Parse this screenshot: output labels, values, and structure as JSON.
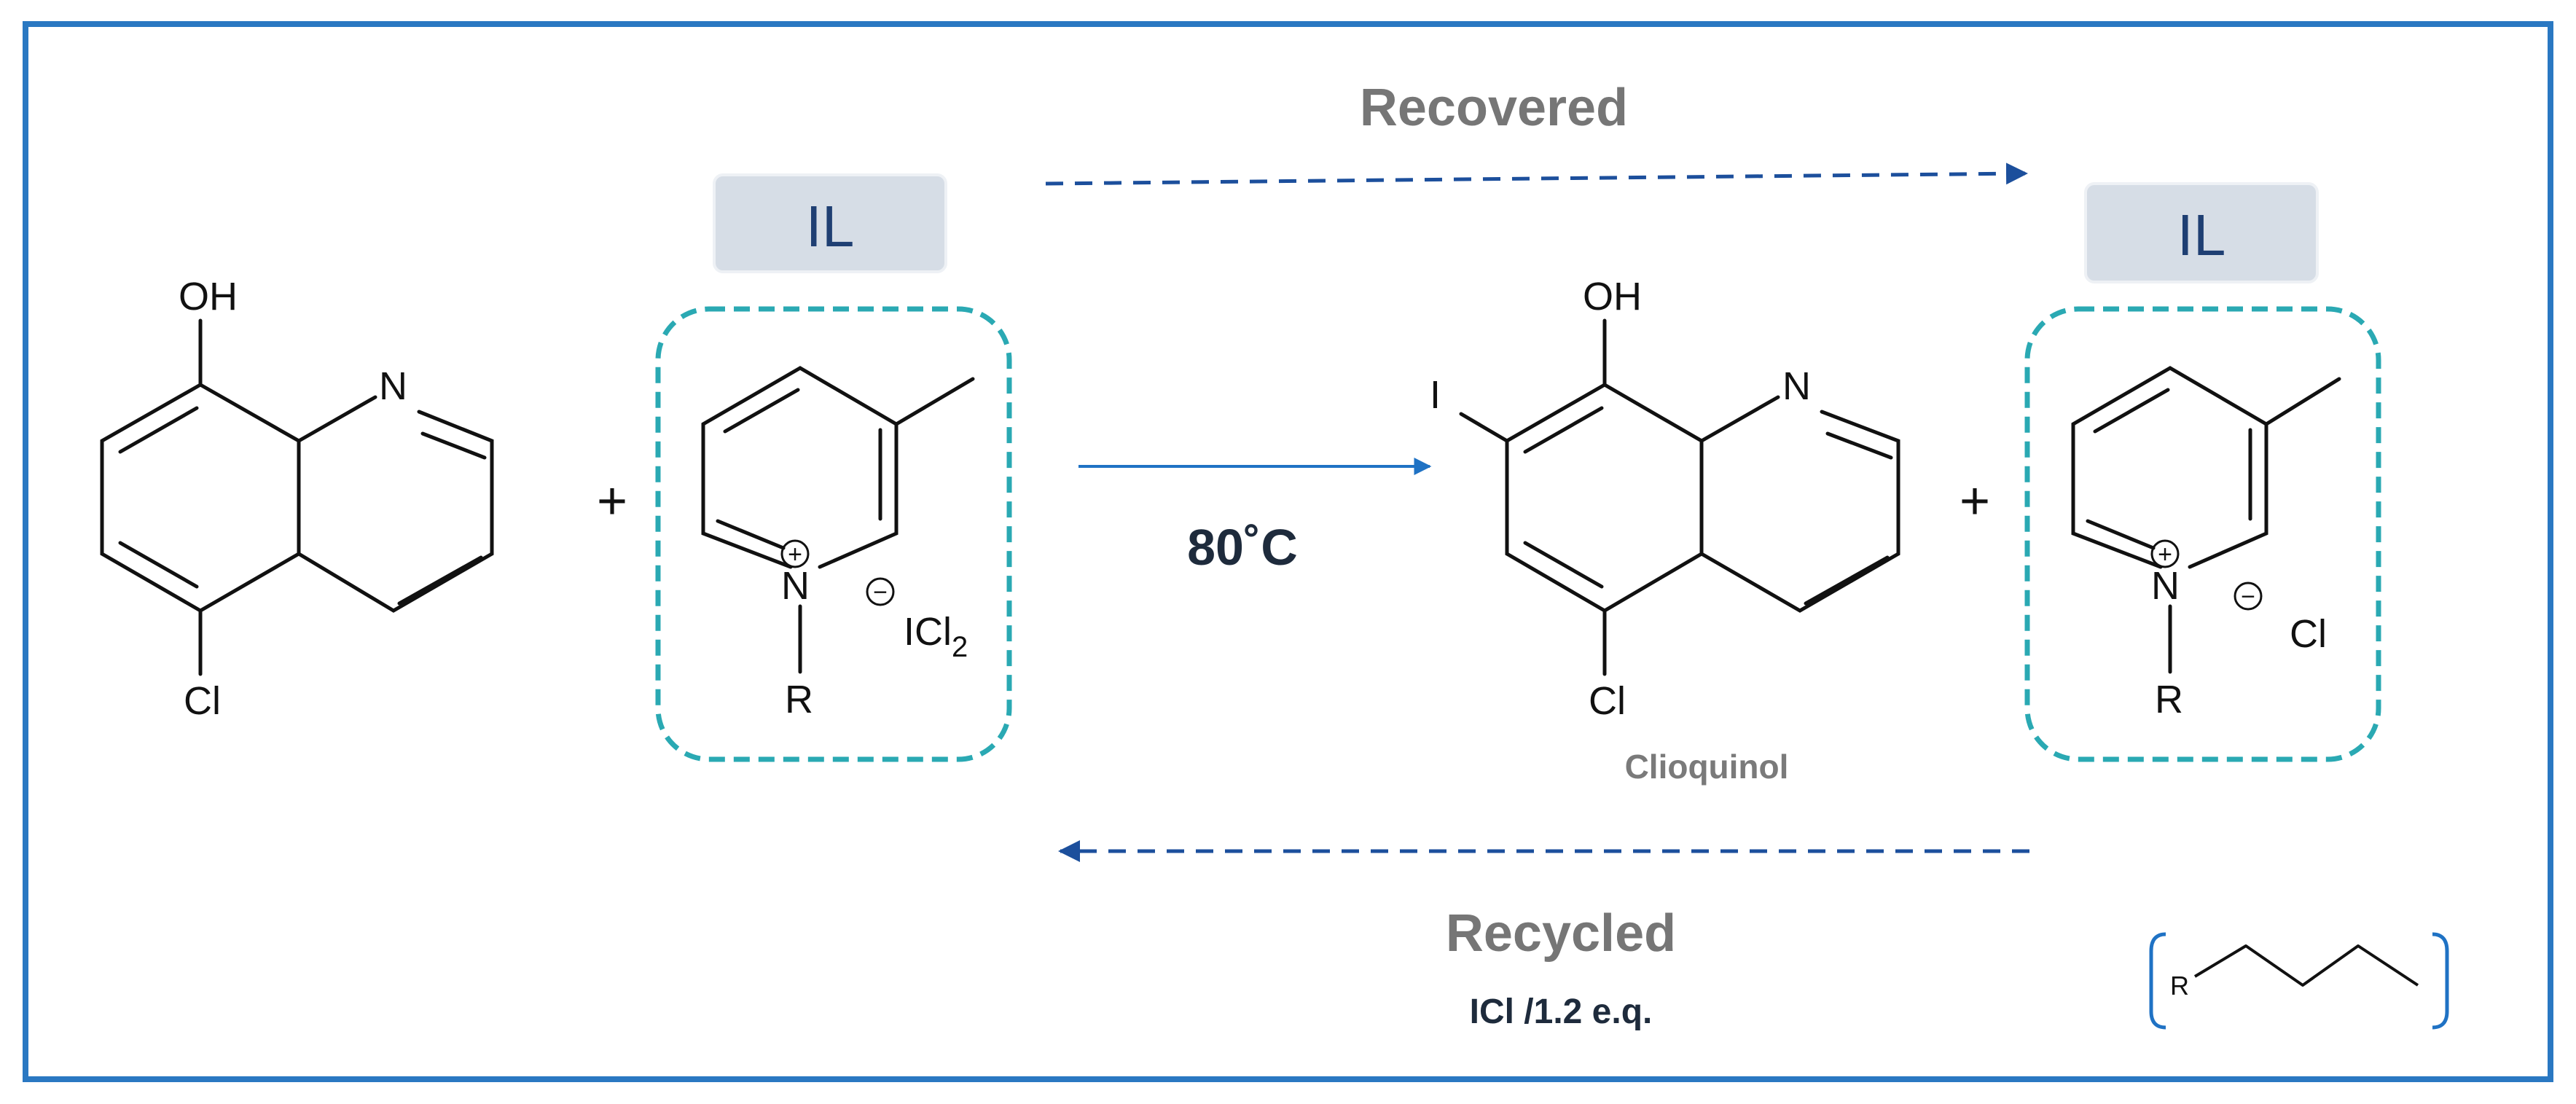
{
  "scheme": {
    "recovered_label": "Recovered",
    "recycled_label": "Recycled",
    "temperature_label": "80˚C",
    "reagent_label": "ICl /1.2 e.q.",
    "plus_sign": "+",
    "il_label": "IL",
    "product_name": "Clioquinol",
    "frame_color": "#2a78c2",
    "il_box_color": "#2aa9b3",
    "dashed_arrow_color": "#1c4f9c",
    "solid_arrow_color": "#1f72c4"
  },
  "reactant": {
    "oh": "OH",
    "n": "N",
    "cl": "Cl"
  },
  "il_reagent": {
    "n": "N",
    "plus": "+",
    "minus": "−",
    "r": "R",
    "anion_base": "ICl",
    "anion_sub": "2"
  },
  "product": {
    "oh": "OH",
    "i": "I",
    "n": "N",
    "cl": "Cl"
  },
  "il_byproduct": {
    "n": "N",
    "plus": "+",
    "minus": "−",
    "r": "R",
    "anion": "Cl"
  },
  "r_group": {
    "r": "R"
  }
}
